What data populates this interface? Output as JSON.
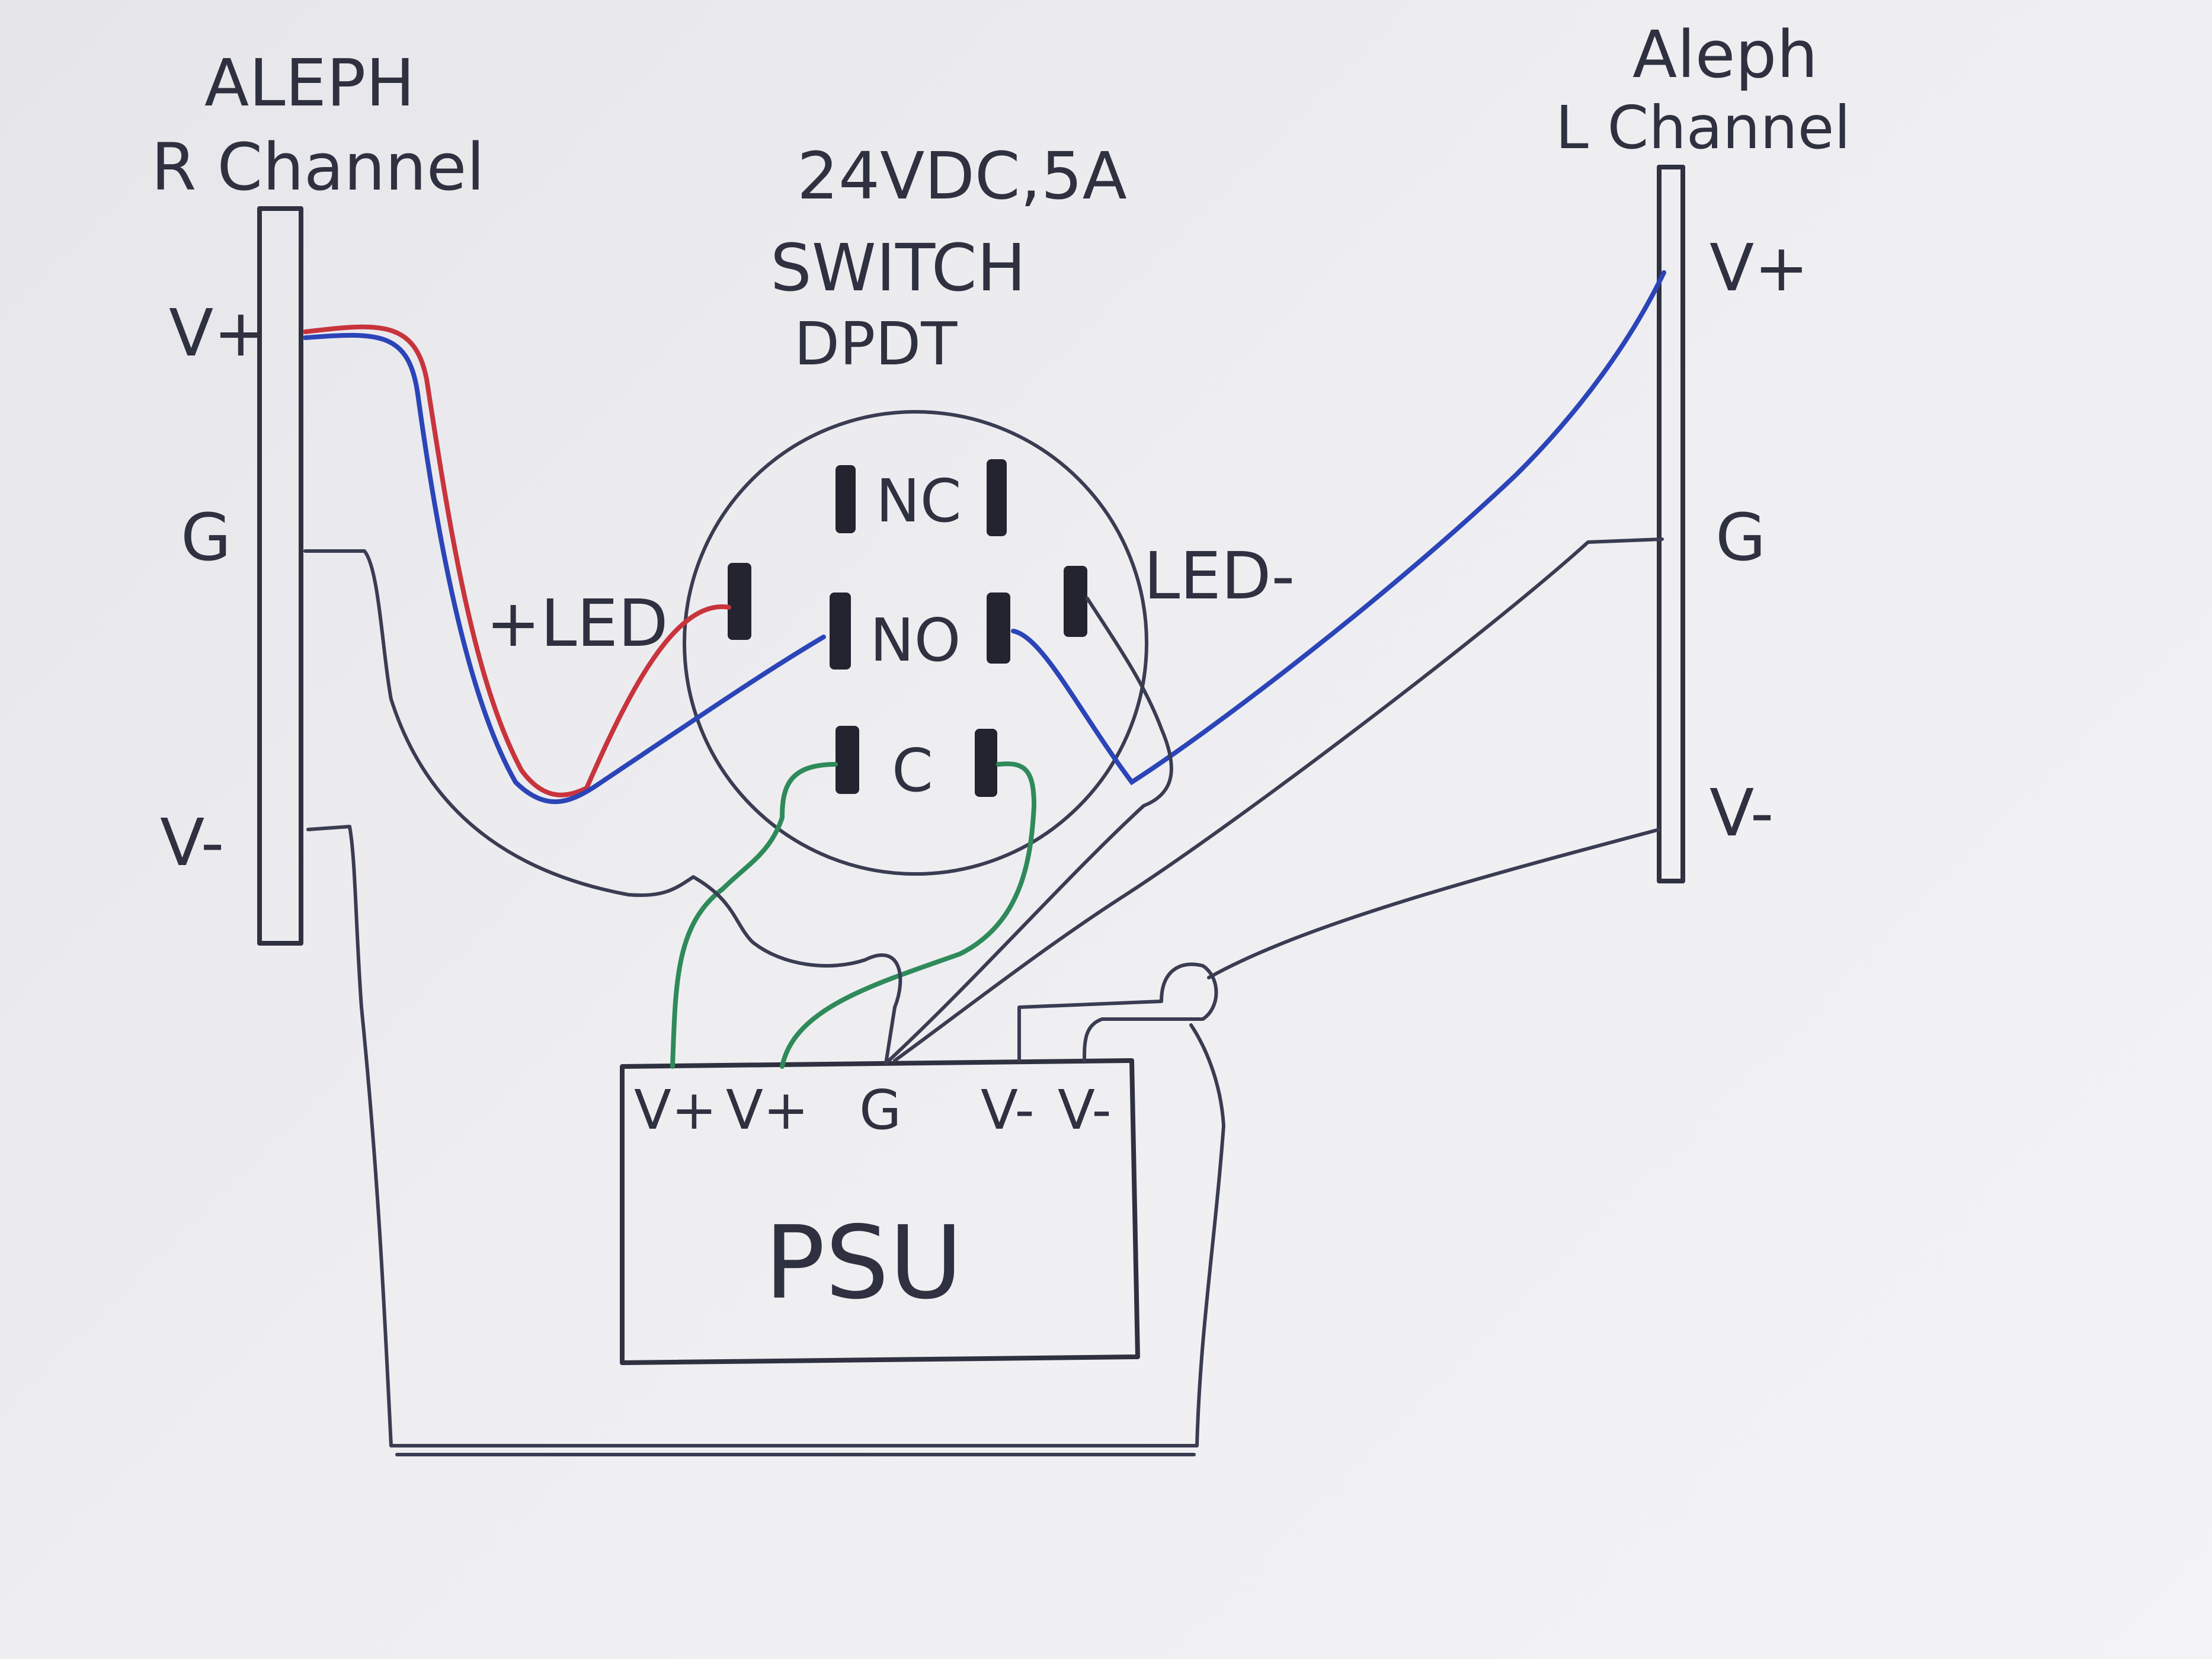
{
  "right_channel": {
    "title_line1": "ALEPH",
    "title_line2": "R Channel",
    "vplus": "V+",
    "g": "G",
    "vminus": "V-"
  },
  "left_channel": {
    "title_line1": "Aleph",
    "title_line2": "L Channel",
    "vplus": "V+",
    "g": "G",
    "vminus": "V-"
  },
  "switch": {
    "line1": "24VDC,5A",
    "line2": "SWITCH",
    "line3": "DPDT",
    "pin_nc": "NC",
    "pin_no": "NO",
    "pin_c": "C",
    "led_plus": "+LED",
    "led_minus": "LED-"
  },
  "psu": {
    "label": "PSU",
    "terminals": [
      "V+",
      "V+",
      "G",
      "V-",
      "V-"
    ]
  },
  "colors": {
    "ink": "#2f3140",
    "wire_red": "#c8343c",
    "wire_blue": "#2b45b8",
    "wire_green": "#2f8a5a",
    "paper": "#ececef"
  }
}
